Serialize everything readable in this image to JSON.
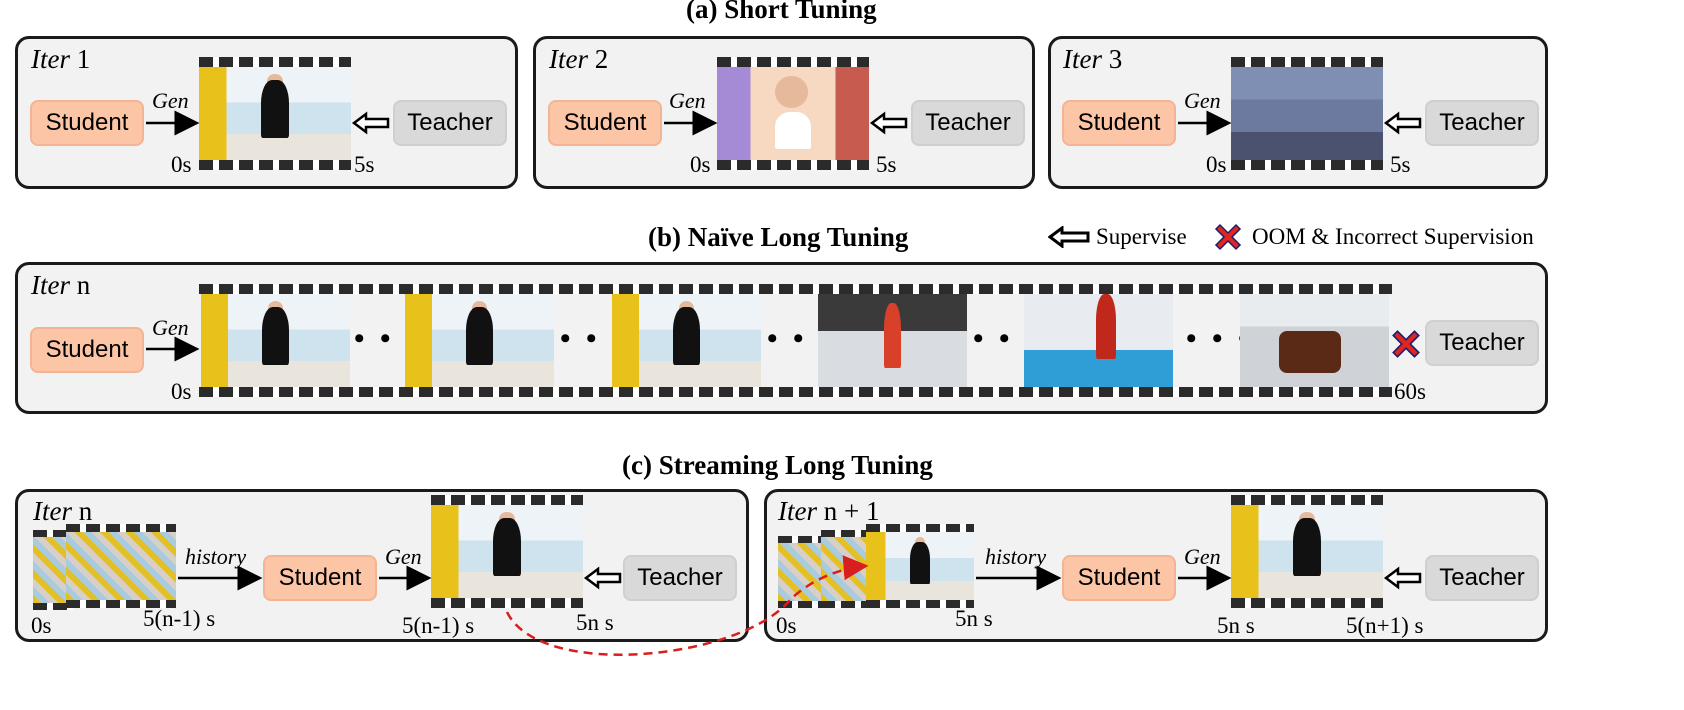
{
  "titles": {
    "a": "(a) Short Tuning",
    "b": "(b) Naïve Long Tuning",
    "c": "(c) Streaming Long Tuning"
  },
  "iter_word": "Iter",
  "labels": {
    "student": "Student",
    "teacher": "Teacher",
    "gen": "Gen",
    "history": "history"
  },
  "short_tuning": [
    {
      "num": " 1",
      "t0": "0s",
      "t1": "5s"
    },
    {
      "num": " 2",
      "t0": "0s",
      "t1": "5s"
    },
    {
      "num": " 3",
      "t0": "0s",
      "t1": "5s"
    }
  ],
  "naive": {
    "num": " n",
    "t0": "0s",
    "t1": "60s",
    "ellipsis": "• • •"
  },
  "legend": {
    "supervise": "Supervise",
    "oom": "OOM & Incorrect Supervision"
  },
  "streaming": {
    "left": {
      "num": " n",
      "t_hist0": "0s",
      "t_hist1": "5(n-1) s",
      "t_gen0": "5(n-1) s",
      "t_gen1": "5n s"
    },
    "right": {
      "num": " n + 1",
      "t_hist0": "0s",
      "t_hist1": "5n s",
      "t_gen0": "5n s",
      "t_gen1": "5(n+1) s"
    }
  },
  "colors": {
    "student": "#fbc5a6",
    "teacher": "#d9d9d9",
    "oom": "#e0261f",
    "dashed": "#d81e1e"
  }
}
